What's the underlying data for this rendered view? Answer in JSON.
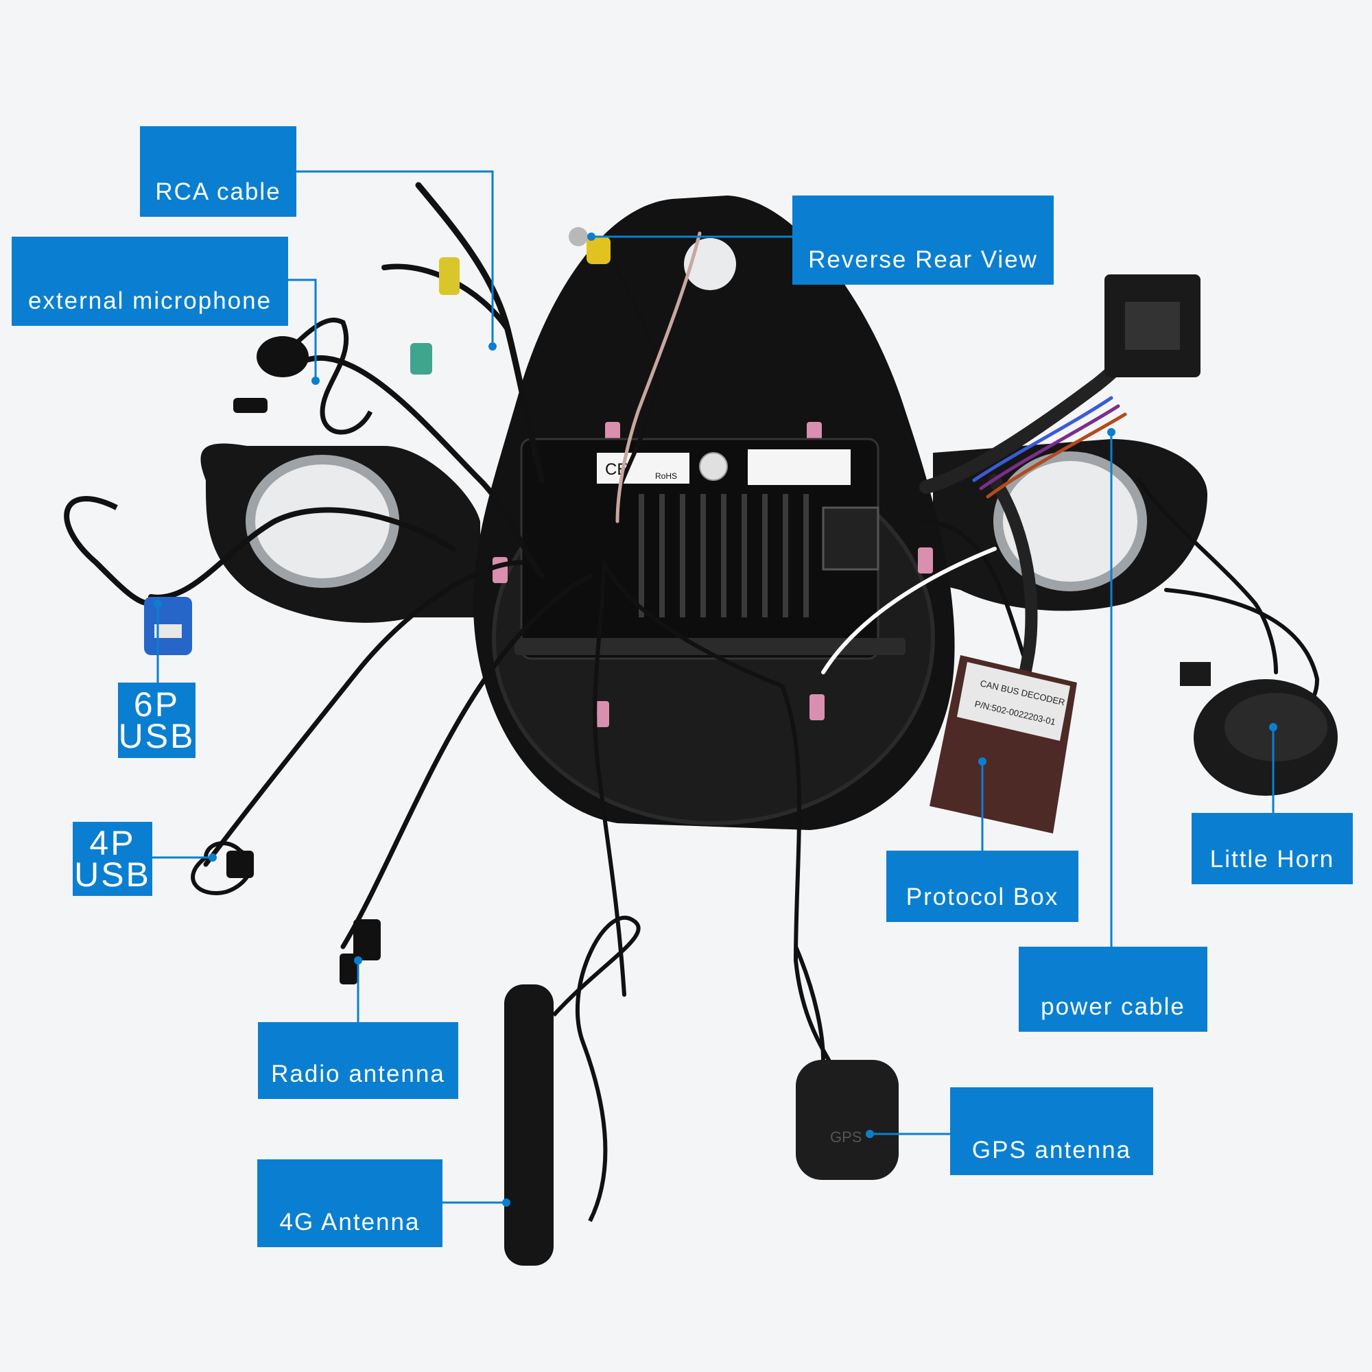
{
  "labels": {
    "rca_cable": "RCA cable",
    "external_microphone": "external microphone",
    "reverse_rear_view": "Reverse Rear View",
    "usb_6p": [
      "6P",
      "USB"
    ],
    "usb_4p": [
      "4P",
      "USB"
    ],
    "radio_antenna": "Radio antenna",
    "antenna_4g": "4G Antenna",
    "gps_antenna": "GPS antenna",
    "protocol_box": "Protocol Box",
    "power_cable": "power cable",
    "little_horn": "Little Horn"
  },
  "device_text": {
    "decoder_title": "CAN BUS DECODER",
    "decoder_pn": "P/N:502-0022203-01",
    "gps_marking": "GPS",
    "rohs": "RoHS",
    "ce": "CE"
  },
  "colors": {
    "label_bg": "#0a7fd1",
    "label_text": "#ffffff",
    "background": "#f4f5f6",
    "device_body": "#141414"
  }
}
